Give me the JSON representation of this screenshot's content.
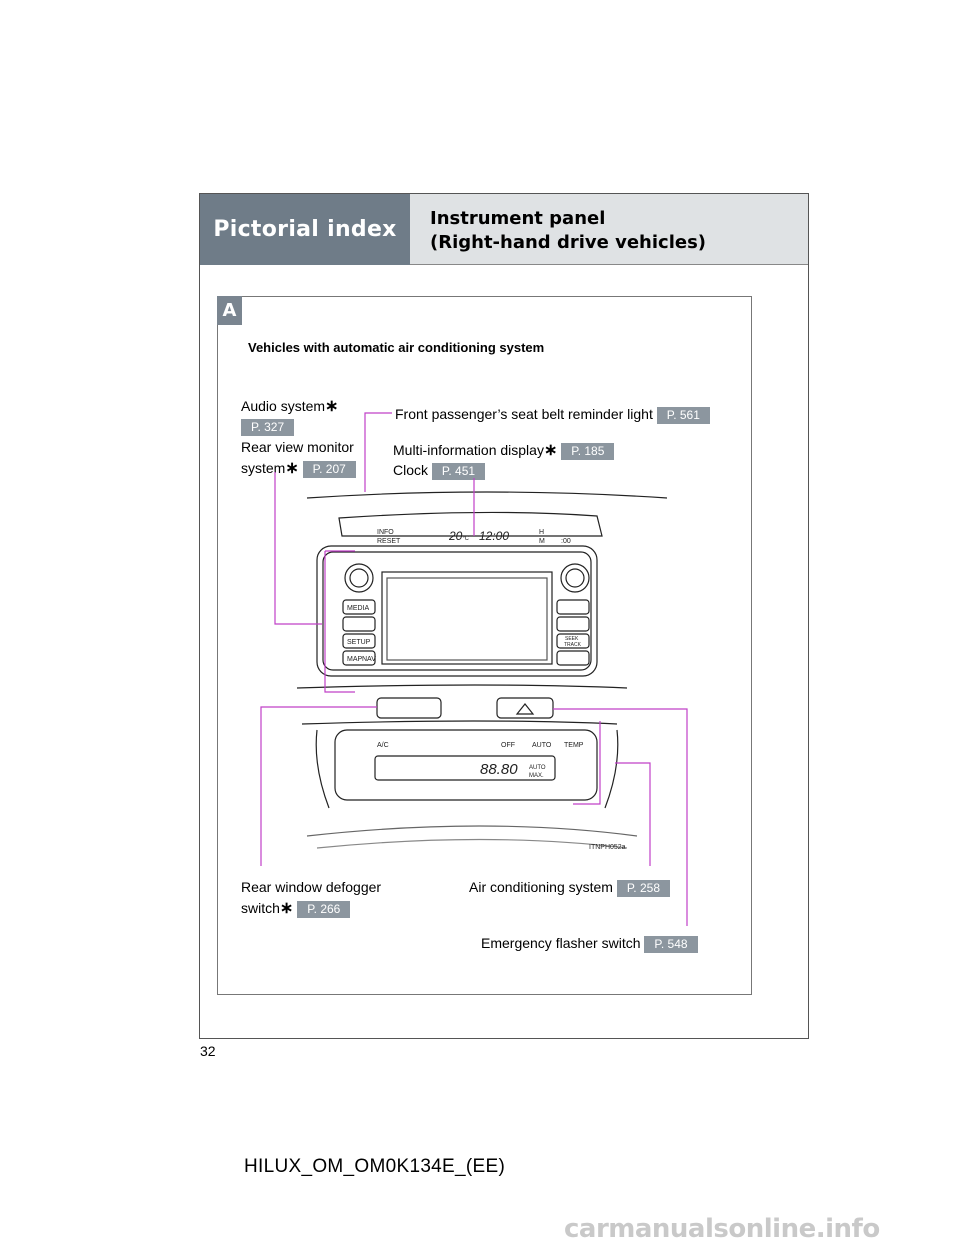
{
  "header": {
    "section": "Pictorial index",
    "title_line1": "Instrument panel",
    "title_line2": "(Right-hand drive vehicles)"
  },
  "badge": "A",
  "subtitle": "Vehicles with automatic air conditioning system",
  "callouts": {
    "audio": {
      "label": "Audio system",
      "page": "P. 327"
    },
    "rear_view": {
      "label_line1": "Rear view monitor",
      "label_line2": "system",
      "page": "P. 207"
    },
    "seatbelt": {
      "label": "Front passenger’s seat belt reminder light",
      "page": "P. 561"
    },
    "multi_info": {
      "label": "Multi-information display",
      "page": "P. 185"
    },
    "clock": {
      "label": "Clock",
      "page": "P. 451"
    },
    "defogger": {
      "label_line1": "Rear window defogger",
      "label_line2": "switch",
      "page": "P. 266"
    },
    "air_con": {
      "label": "Air conditioning system",
      "page": "P. 258"
    },
    "emergency": {
      "label": "Emergency flasher switch",
      "page": "P. 548"
    }
  },
  "asterisk": "∗",
  "illustration": {
    "code": "ITNPH052a",
    "display_temp": "20",
    "display_temp_unit": "°C",
    "display_clock": "12:00",
    "info_btn": "INFO",
    "reset_btn": "RESET",
    "h_btn": "H",
    "m_btn": "M",
    "zero_btn": ":00",
    "media_btn": "MEDIA",
    "setup_btn": "SETUP",
    "map_btn": "MAP",
    "nav_btn": "NAV",
    "seek_btn_1": "SEEK",
    "seek_btn_2": "TRACK",
    "ac_btn": "A/C",
    "off_btn": "OFF",
    "auto_btn": "AUTO",
    "temp_btn": "TEMP",
    "ac_display": "88.80",
    "ac_auto": "AUTO",
    "ac_max": "MAX."
  },
  "page_number": "32",
  "footer": "HILUX_OM_OM0K134E_(EE)",
  "watermark": "carmanualsonline.info",
  "colors": {
    "header_dark": "#6f7c88",
    "header_light": "#dfe2e4",
    "leader": "#c040c8",
    "page_ref": "#8c969f"
  }
}
